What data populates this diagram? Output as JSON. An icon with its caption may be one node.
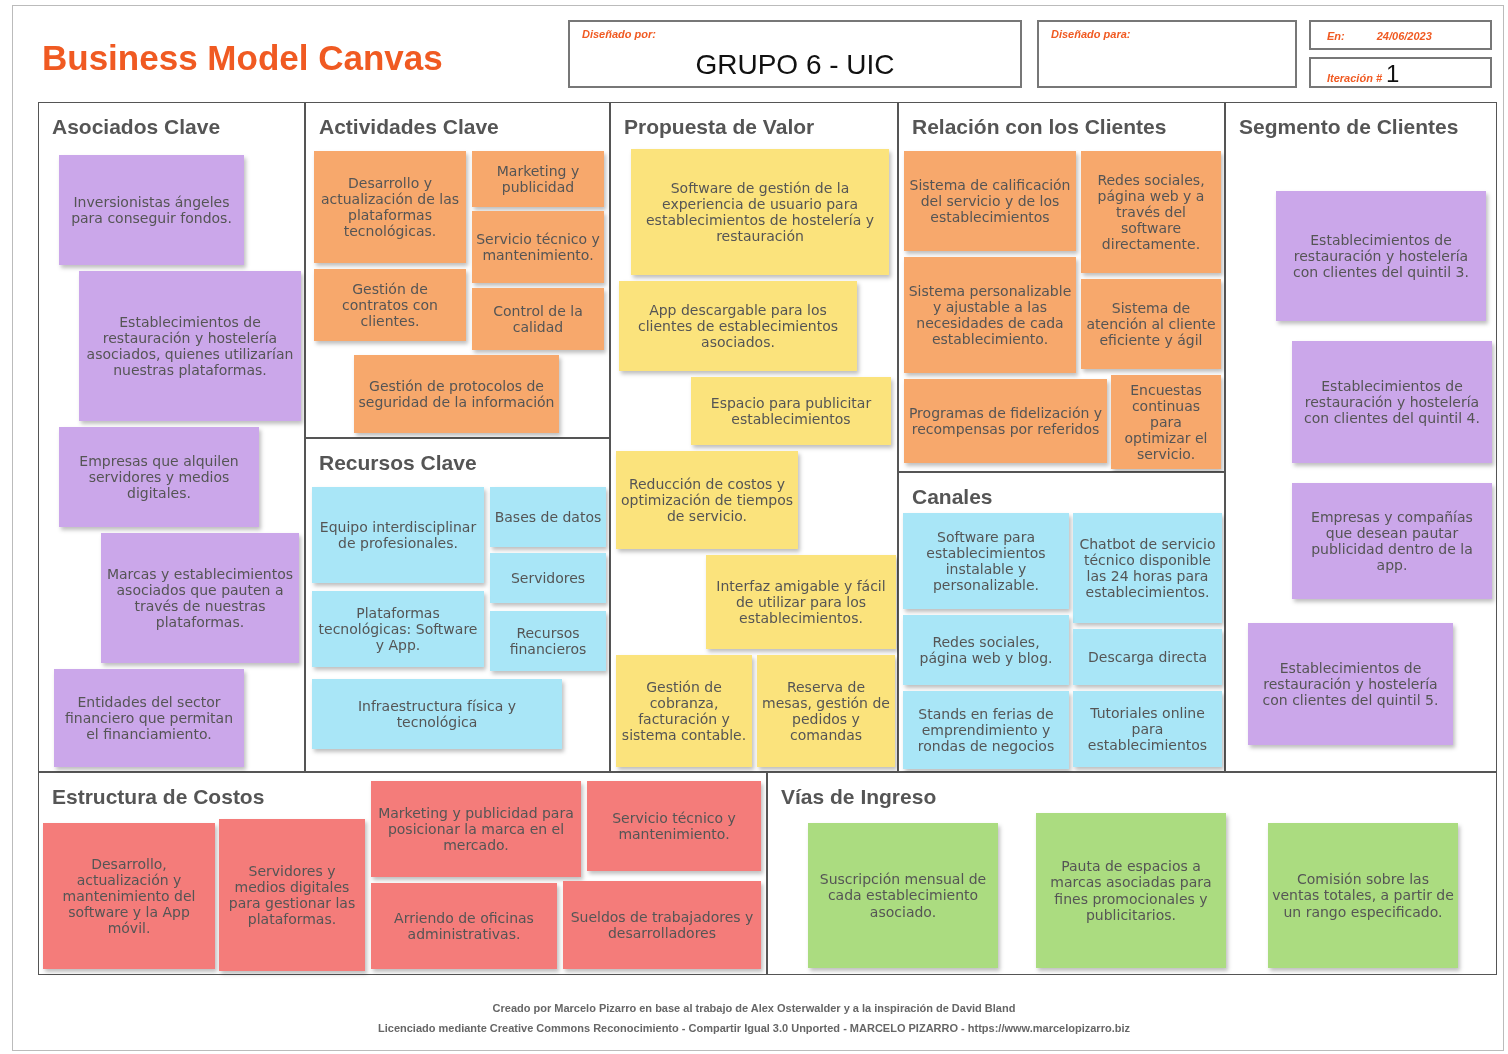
{
  "diagram": {
    "title": "Business Model Canvas",
    "nodes": [
      {
        "text": [
          "Diseñado por:",
          "GRUPO 6 - UIC"
        ]
      },
      {
        "text": [
          "Diseñado para:"
        ]
      },
      {
        "text": [
          "En:",
          "24/06/2023"
        ]
      },
      {
        "text": [
          "Iteración #",
          "1"
        ]
      },
      {
        "text": [
          "Asociados Clave"
        ]
      },
      {
        "text": [
          "Inversionistas ángeles para conseguir fondos."
        ],
        "in": 4
      },
      {
        "text": [
          "Establecimientos de restauración y hostelería asociados, quienes utilizarían nuestras plataformas."
        ],
        "in": 4
      },
      {
        "text": [
          "Empresas que alquilen servidores y medios digitales."
        ],
        "in": 4
      },
      {
        "text": [
          "Marcas y establecimientos asociados que pauten a través de nuestras plataformas."
        ],
        "in": 4
      },
      {
        "text": [
          "Entidades del sector financiero que permitan el financiamiento."
        ],
        "in": 4
      },
      {
        "text": [
          "Actividades Clave"
        ]
      },
      {
        "text": [
          "Desarrollo y actualización de las plataformas tecnológicas."
        ],
        "in": 10
      },
      {
        "text": [
          "Marketing y publicidad"
        ],
        "in": 10
      },
      {
        "text": [
          "Servicio técnico y mantenimiento."
        ],
        "in": 10
      },
      {
        "text": [
          "Gestión de contratos con clientes."
        ],
        "in": 10
      },
      {
        "text": [
          "Control de la calidad"
        ],
        "in": 10
      },
      {
        "text": [
          "Gestión de protocolos de seguridad de la información"
        ],
        "in": 10
      },
      {
        "text": [
          "Recursos Clave"
        ]
      },
      {
        "text": [
          "Equipo interdisciplinar de profesionales."
        ],
        "in": 17
      },
      {
        "text": [
          "Bases de datos"
        ],
        "in": 17
      },
      {
        "text": [
          "Servidores"
        ],
        "in": 17
      },
      {
        "text": [
          "Plataformas tecnológicas: Software y App."
        ],
        "in": 17
      },
      {
        "text": [
          "Recursos financieros"
        ],
        "in": 17
      },
      {
        "text": [
          "Infraestructura física y tecnológica"
        ],
        "in": 17
      },
      {
        "text": [
          "Propuesta de Valor"
        ]
      },
      {
        "text": [
          "Software de gestión de la experiencia de usuario para establecimientos de hostelería y restauración"
        ],
        "in": 24
      },
      {
        "text": [
          "App descargable para los clientes de establecimientos asociados."
        ],
        "in": 24
      },
      {
        "text": [
          "Espacio para publicitar establecimientos"
        ],
        "in": 24
      },
      {
        "text": [
          "Reducción de costos y optimización de tiempos de servicio."
        ],
        "in": 24
      },
      {
        "text": [
          "Interfaz amigable y fácil de utilizar para los establecimientos."
        ],
        "in": 24
      },
      {
        "text": [
          "Gestión de cobranza, facturación y sistema contable."
        ],
        "in": 24
      },
      {
        "text": [
          "Reserva de mesas, gestión de pedidos y comandas"
        ],
        "in": 24
      },
      {
        "text": [
          "Relación con los Clientes"
        ]
      },
      {
        "text": [
          "Sistema de calificación del servicio y de los establecimientos"
        ],
        "in": 32
      },
      {
        "text": [
          "Redes sociales, página web y a través del software directamente."
        ],
        "in": 32
      },
      {
        "text": [
          "Sistema personalizable y ajustable a las necesidades de cada establecimiento."
        ],
        "in": 32
      },
      {
        "text": [
          "Sistema de atención al cliente eficiente y ágil"
        ],
        "in": 32
      },
      {
        "text": [
          "Programas de fidelización y recompensas por referidos"
        ],
        "in": 32
      },
      {
        "text": [
          "Encuestas continuas para optimizar el servicio."
        ],
        "in": 32
      },
      {
        "text": [
          "Canales"
        ]
      },
      {
        "text": [
          "Software para establecimientos instalable y personalizable."
        ],
        "in": 39
      },
      {
        "text": [
          "Chatbot de servicio técnico disponible las 24 horas para establecimientos."
        ],
        "in": 39
      },
      {
        "text": [
          "Redes sociales, página web y blog."
        ],
        "in": 39
      },
      {
        "text": [
          "Descarga directa"
        ],
        "in": 39
      },
      {
        "text": [
          "Stands en ferias de emprendimiento y rondas de negocios"
        ],
        "in": 39
      },
      {
        "text": [
          "Tutoriales online para establecimientos"
        ],
        "in": 39
      },
      {
        "text": [
          "Segmento de Clientes"
        ]
      },
      {
        "text": [
          "Establecimientos de restauración y hostelería con clientes del quintil 3."
        ],
        "in": 46
      },
      {
        "text": [
          "Establecimientos de restauración y hostelería con clientes del quintil 4."
        ],
        "in": 46
      },
      {
        "text": [
          "Empresas y compañías que desean pautar publicidad dentro de la app."
        ],
        "in": 46
      },
      {
        "text": [
          "Establecimientos de restauración y hostelería con clientes del quintil 5."
        ],
        "in": 46
      },
      {
        "text": [
          "Estructura de Costos"
        ]
      },
      {
        "text": [
          "Desarrollo, actualización y mantenimiento del software y la App móvil."
        ],
        "in": 51
      },
      {
        "text": [
          "Servidores y medios digitales para gestionar las plataformas."
        ],
        "in": 51
      },
      {
        "text": [
          "Marketing y publicidad para posicionar la marca en el mercado."
        ],
        "in": 51
      },
      {
        "text": [
          "Servicio técnico y mantenimiento."
        ],
        "in": 51
      },
      {
        "text": [
          "Arriendo de oficinas administrativas."
        ],
        "in": 51
      },
      {
        "text": [
          "Sueldos de trabajadores y desarrolladores"
        ],
        "in": 51
      },
      {
        "text": [
          "Vías de Ingreso"
        ]
      },
      {
        "text": [
          "Suscripción mensual de cada establecimiento asociado."
        ],
        "in": 58
      },
      {
        "text": [
          "Pauta de espacios a marcas asociadas para fines promocionales y publicitarios."
        ],
        "in": 58
      },
      {
        "text": [
          "Comisión sobre las ventas totales, a partir de un rango especificado."
        ],
        "in": 58
      }
    ],
    "labels": [
      "Creado por Marcelo Pizarro en base al trabajo de Alex Osterwalder y a la inspiración de David Bland",
      "Licenciado mediante Creative Commons Reconocimiento - Compartir Igual 3.0 Unported - MARCELO PIZARRO - https://www.marcelopizarro.biz"
    ]
  }
}
